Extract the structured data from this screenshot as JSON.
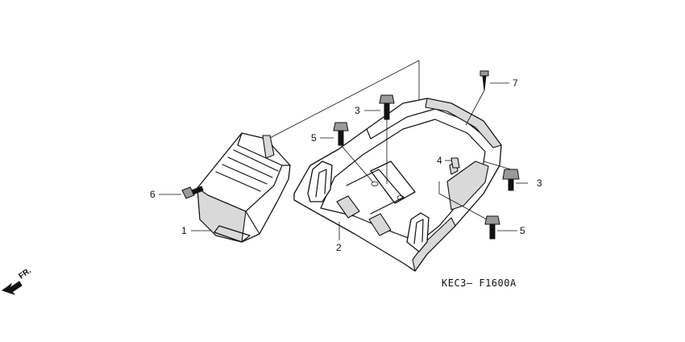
{
  "callouts": {
    "c1": "1",
    "c2": "2",
    "c3a": "3",
    "c3b": "3",
    "c4": "4",
    "c5a": "5",
    "c5b": "5",
    "c6": "6",
    "c7": "7"
  },
  "direction_label": "FR.",
  "diagram_code": "KEC3– F1600A",
  "icons": {
    "front_arrow": "front-direction-arrow-icon"
  }
}
